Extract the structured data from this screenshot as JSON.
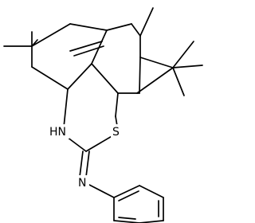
{
  "molecule": {
    "atom_labels": [
      {
        "id": "nh",
        "text": "HN"
      },
      {
        "id": "s",
        "text": "S"
      },
      {
        "id": "n",
        "text": "N"
      }
    ],
    "colors": {
      "bond": "#000000",
      "label": "#000000",
      "background": "#ffffff"
    }
  }
}
